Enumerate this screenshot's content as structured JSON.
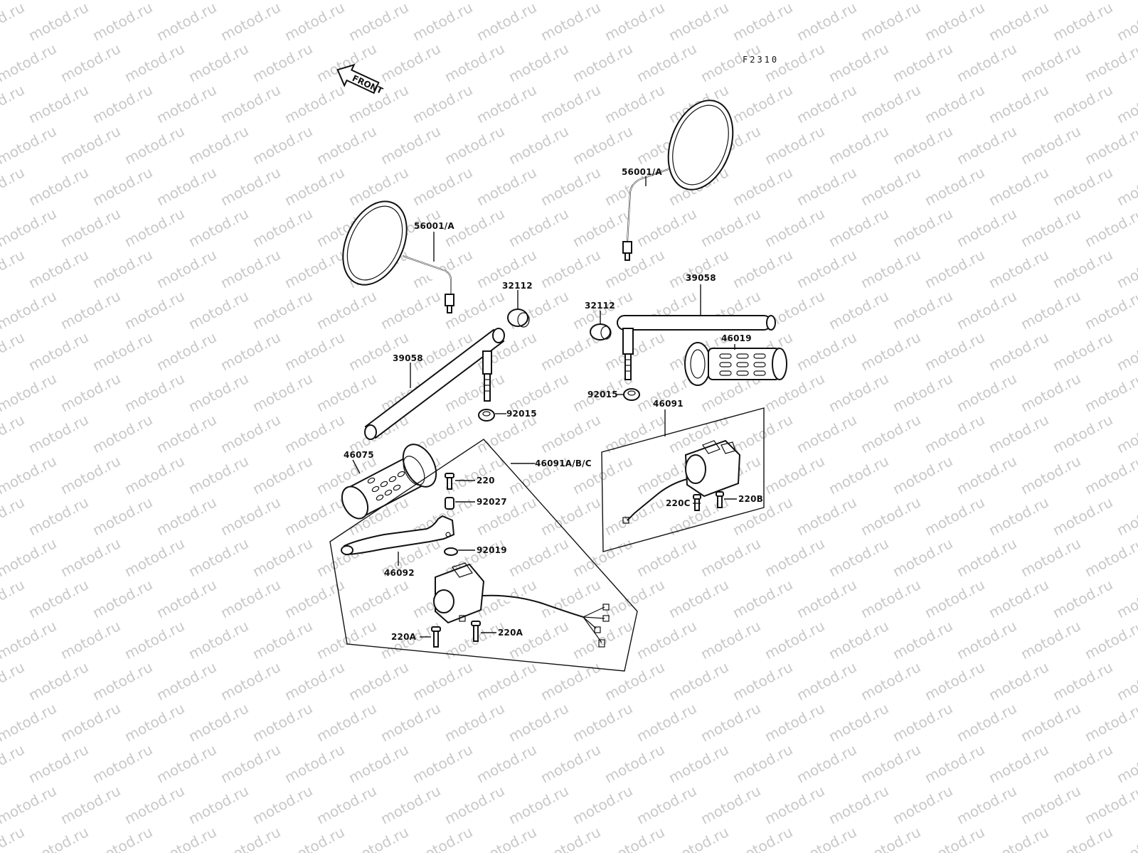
{
  "figure_code": "F2310",
  "front_label": "FRONT",
  "watermark": "motod.ru",
  "callouts": {
    "mirror_left": "56001/A",
    "mirror_right": "56001/A",
    "cap_left": "32112",
    "cap_right": "32112",
    "handlebar_left": "39058",
    "handlebar_right": "39058",
    "nut_left": "92015",
    "nut_right": "92015",
    "grip_left": "46075",
    "grip_right": "46019",
    "switch_left_assy": "46091A/B/C",
    "switch_right_assy": "46091",
    "screw_220": "220",
    "collar": "92027",
    "lever": "46092",
    "washer": "92019",
    "screw_220a_left": "220A",
    "screw_220a_right": "220A",
    "screw_220c": "220C",
    "screw_220b": "220B"
  }
}
